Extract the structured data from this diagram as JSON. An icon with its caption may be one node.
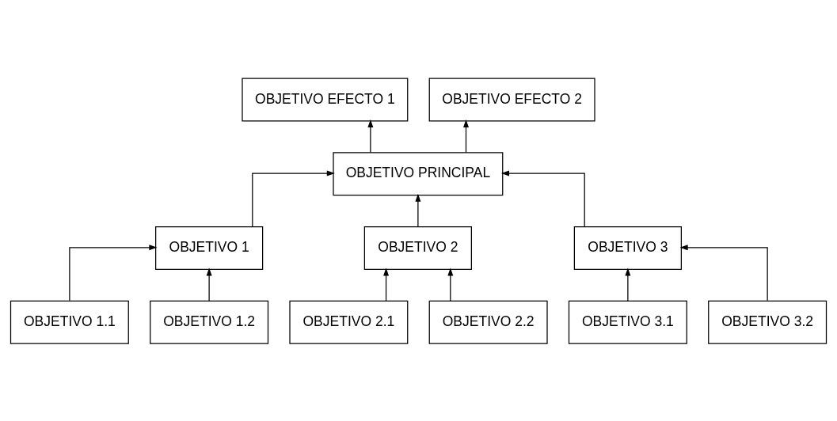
{
  "diagram": {
    "nodes": [
      {
        "text": [
          "OBJETIVO EFECTO 1"
        ]
      },
      {
        "text": [
          "OBJETIVO EFECTO 2"
        ]
      },
      {
        "text": [
          "OBJETIVO PRINCIPAL"
        ]
      },
      {
        "text": [
          "OBJETIVO 1"
        ]
      },
      {
        "text": [
          "OBJETIVO 2"
        ]
      },
      {
        "text": [
          "OBJETIVO 3"
        ]
      },
      {
        "text": [
          "OBJETIVO 1.1"
        ]
      },
      {
        "text": [
          "OBJETIVO 1.2"
        ]
      },
      {
        "text": [
          "OBJETIVO 2.1"
        ]
      },
      {
        "text": [
          "OBJETIVO 2.2"
        ]
      },
      {
        "text": [
          "OBJETIVO 3.1"
        ]
      },
      {
        "text": [
          "OBJETIVO 3.2"
        ]
      }
    ],
    "edges": [
      {
        "from": 2,
        "to": 0,
        "arrow": "to"
      },
      {
        "from": 2,
        "to": 1,
        "arrow": "to"
      },
      {
        "from": 3,
        "to": 2,
        "arrow": "to"
      },
      {
        "from": 4,
        "to": 2,
        "arrow": "to"
      },
      {
        "from": 5,
        "to": 2,
        "arrow": "to"
      },
      {
        "from": 6,
        "to": 3,
        "arrow": "to"
      },
      {
        "from": 7,
        "to": 3,
        "arrow": "to"
      },
      {
        "from": 8,
        "to": 4,
        "arrow": "to"
      },
      {
        "from": 9,
        "to": 4,
        "arrow": "to"
      },
      {
        "from": 10,
        "to": 5,
        "arrow": "to"
      },
      {
        "from": 11,
        "to": 5,
        "arrow": "to"
      }
    ]
  }
}
